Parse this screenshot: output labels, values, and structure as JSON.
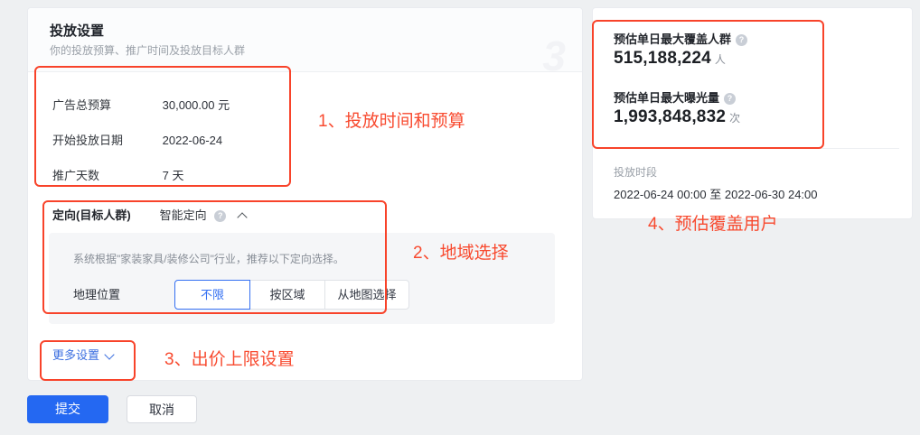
{
  "colors": {
    "accent_blue": "#2468f2",
    "link_blue": "#3a6ee0",
    "annotation_red": "#f8432a",
    "selected_blue": "#3470f2"
  },
  "icons": {
    "question_glyph": "?",
    "question_name": "question-mark-icon"
  },
  "left_card": {
    "title": "投放设置",
    "subtitle": "你的投放预算、推广时间及投放目标人群",
    "watermark": "3",
    "form_rows": [
      {
        "label": "广告总预算",
        "value": "30,000.00 元"
      },
      {
        "label": "开始投放日期",
        "value": "2022-06-24"
      },
      {
        "label": "推广天数",
        "value": "7 天"
      }
    ],
    "targeting": {
      "label": "定向(目标人群)",
      "mode": "智能定向",
      "hint": "系统根据\"家装家具/装修公司\"行业，推荐以下定向选择。",
      "geo_label": "地理位置",
      "geo_options": [
        {
          "label": "不限",
          "selected": true
        },
        {
          "label": "按区域",
          "selected": false
        },
        {
          "label": "从地图选择",
          "selected": false
        }
      ]
    },
    "more_settings": "更多设置"
  },
  "actions": {
    "submit": "提交",
    "cancel": "取消"
  },
  "right_card": {
    "metrics": [
      {
        "label": "预估单日最大覆盖人群",
        "value": "515,188,224",
        "unit": "人"
      },
      {
        "label": "预估单日最大曝光量",
        "value": "1,993,848,832",
        "unit": "次"
      }
    ],
    "schedule_label": "投放时段",
    "schedule_value": "2022-06-24 00:00 至 2022-06-30 24:00"
  },
  "annotations": [
    {
      "text": "1、投放时间和预算"
    },
    {
      "text": "2、地域选择"
    },
    {
      "text": "3、出价上限设置"
    },
    {
      "text": "4、预估覆盖用户"
    }
  ]
}
